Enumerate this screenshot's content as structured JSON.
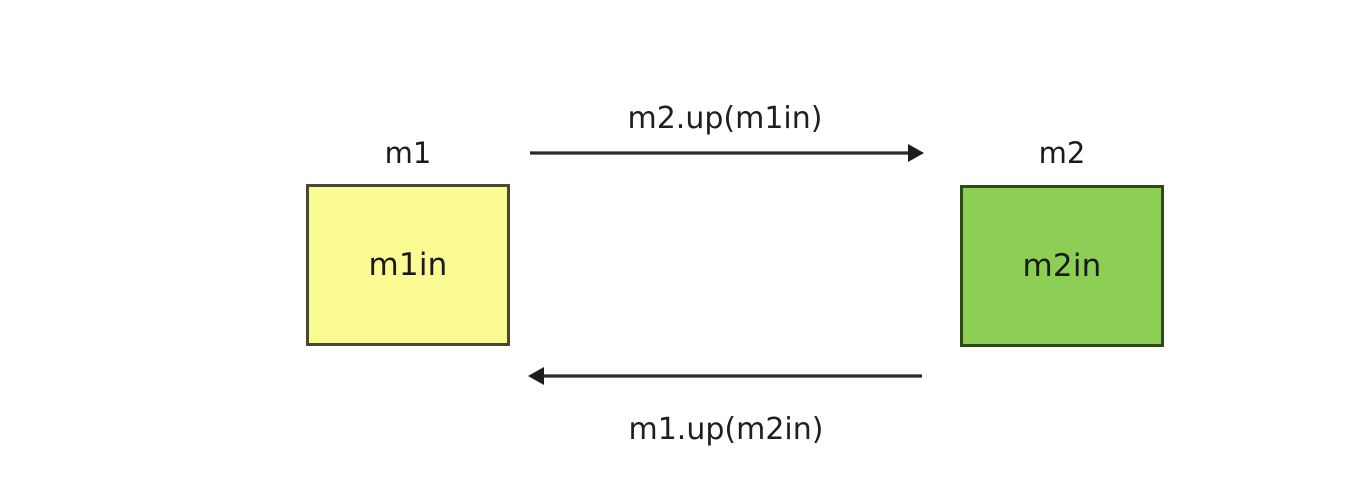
{
  "diagram": {
    "title": "",
    "background_color": "#ffffff",
    "modules": [
      {
        "id": "m1",
        "title": "m1",
        "inner_label": "m1in",
        "fill_color": "#fbfb94",
        "border_color": "#4a4a33"
      },
      {
        "id": "m2",
        "title": "m2",
        "inner_label": "m2in",
        "fill_color": "#8dce54",
        "border_color": "#2d4a14"
      }
    ],
    "arrows": [
      {
        "id": "arrow-top",
        "label": "m2.up(m1in)",
        "direction": "right",
        "from": "m1",
        "to": "m2",
        "color": "#2b2b2b"
      },
      {
        "id": "arrow-bottom",
        "label": "m1.up(m2in)",
        "direction": "left",
        "from": "m2",
        "to": "m1",
        "color": "#2b2b2b"
      }
    ]
  }
}
